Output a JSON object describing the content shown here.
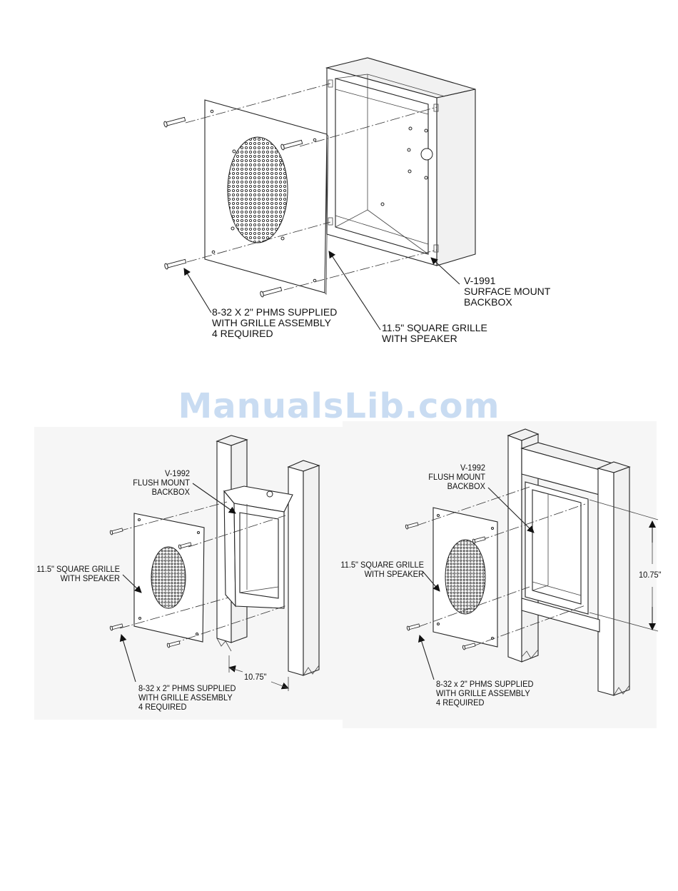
{
  "watermark": "ManualsLib.com",
  "top_view": {
    "backbox_label": "V-1991\nSURFACE MOUNT\nBACKBOX",
    "screws_label": "8-32  X 2\" PHMS SUPPLIED\nWITH GRILLE ASSEMBLY\n4 REQUIRED",
    "grille_label": "11.5\" SQUARE GRILLE\nWITH SPEAKER"
  },
  "bottom_left_view": {
    "backbox_label": "V-1992\nFLUSH MOUNT\nBACKBOX",
    "grille_label": "11.5\" SQUARE GRILLE\nWITH SPEAKER",
    "screws_label": "8-32 x 2\" PHMS SUPPLIED\nWITH GRILLE ASSEMBLY\n4 REQUIRED",
    "dimension_label": "10.75\""
  },
  "bottom_right_view": {
    "backbox_label": "V-1992\nFLUSH MOUNT\nBACKBOX",
    "grille_label": "11.5\" SQUARE GRILLE\nWITH SPEAKER",
    "screws_label": "8-32 x 2\" PHMS SUPPLIED\nWITH GRILLE ASSEMBLY\n4 REQUIRED",
    "dimension_label": "10.75\""
  }
}
